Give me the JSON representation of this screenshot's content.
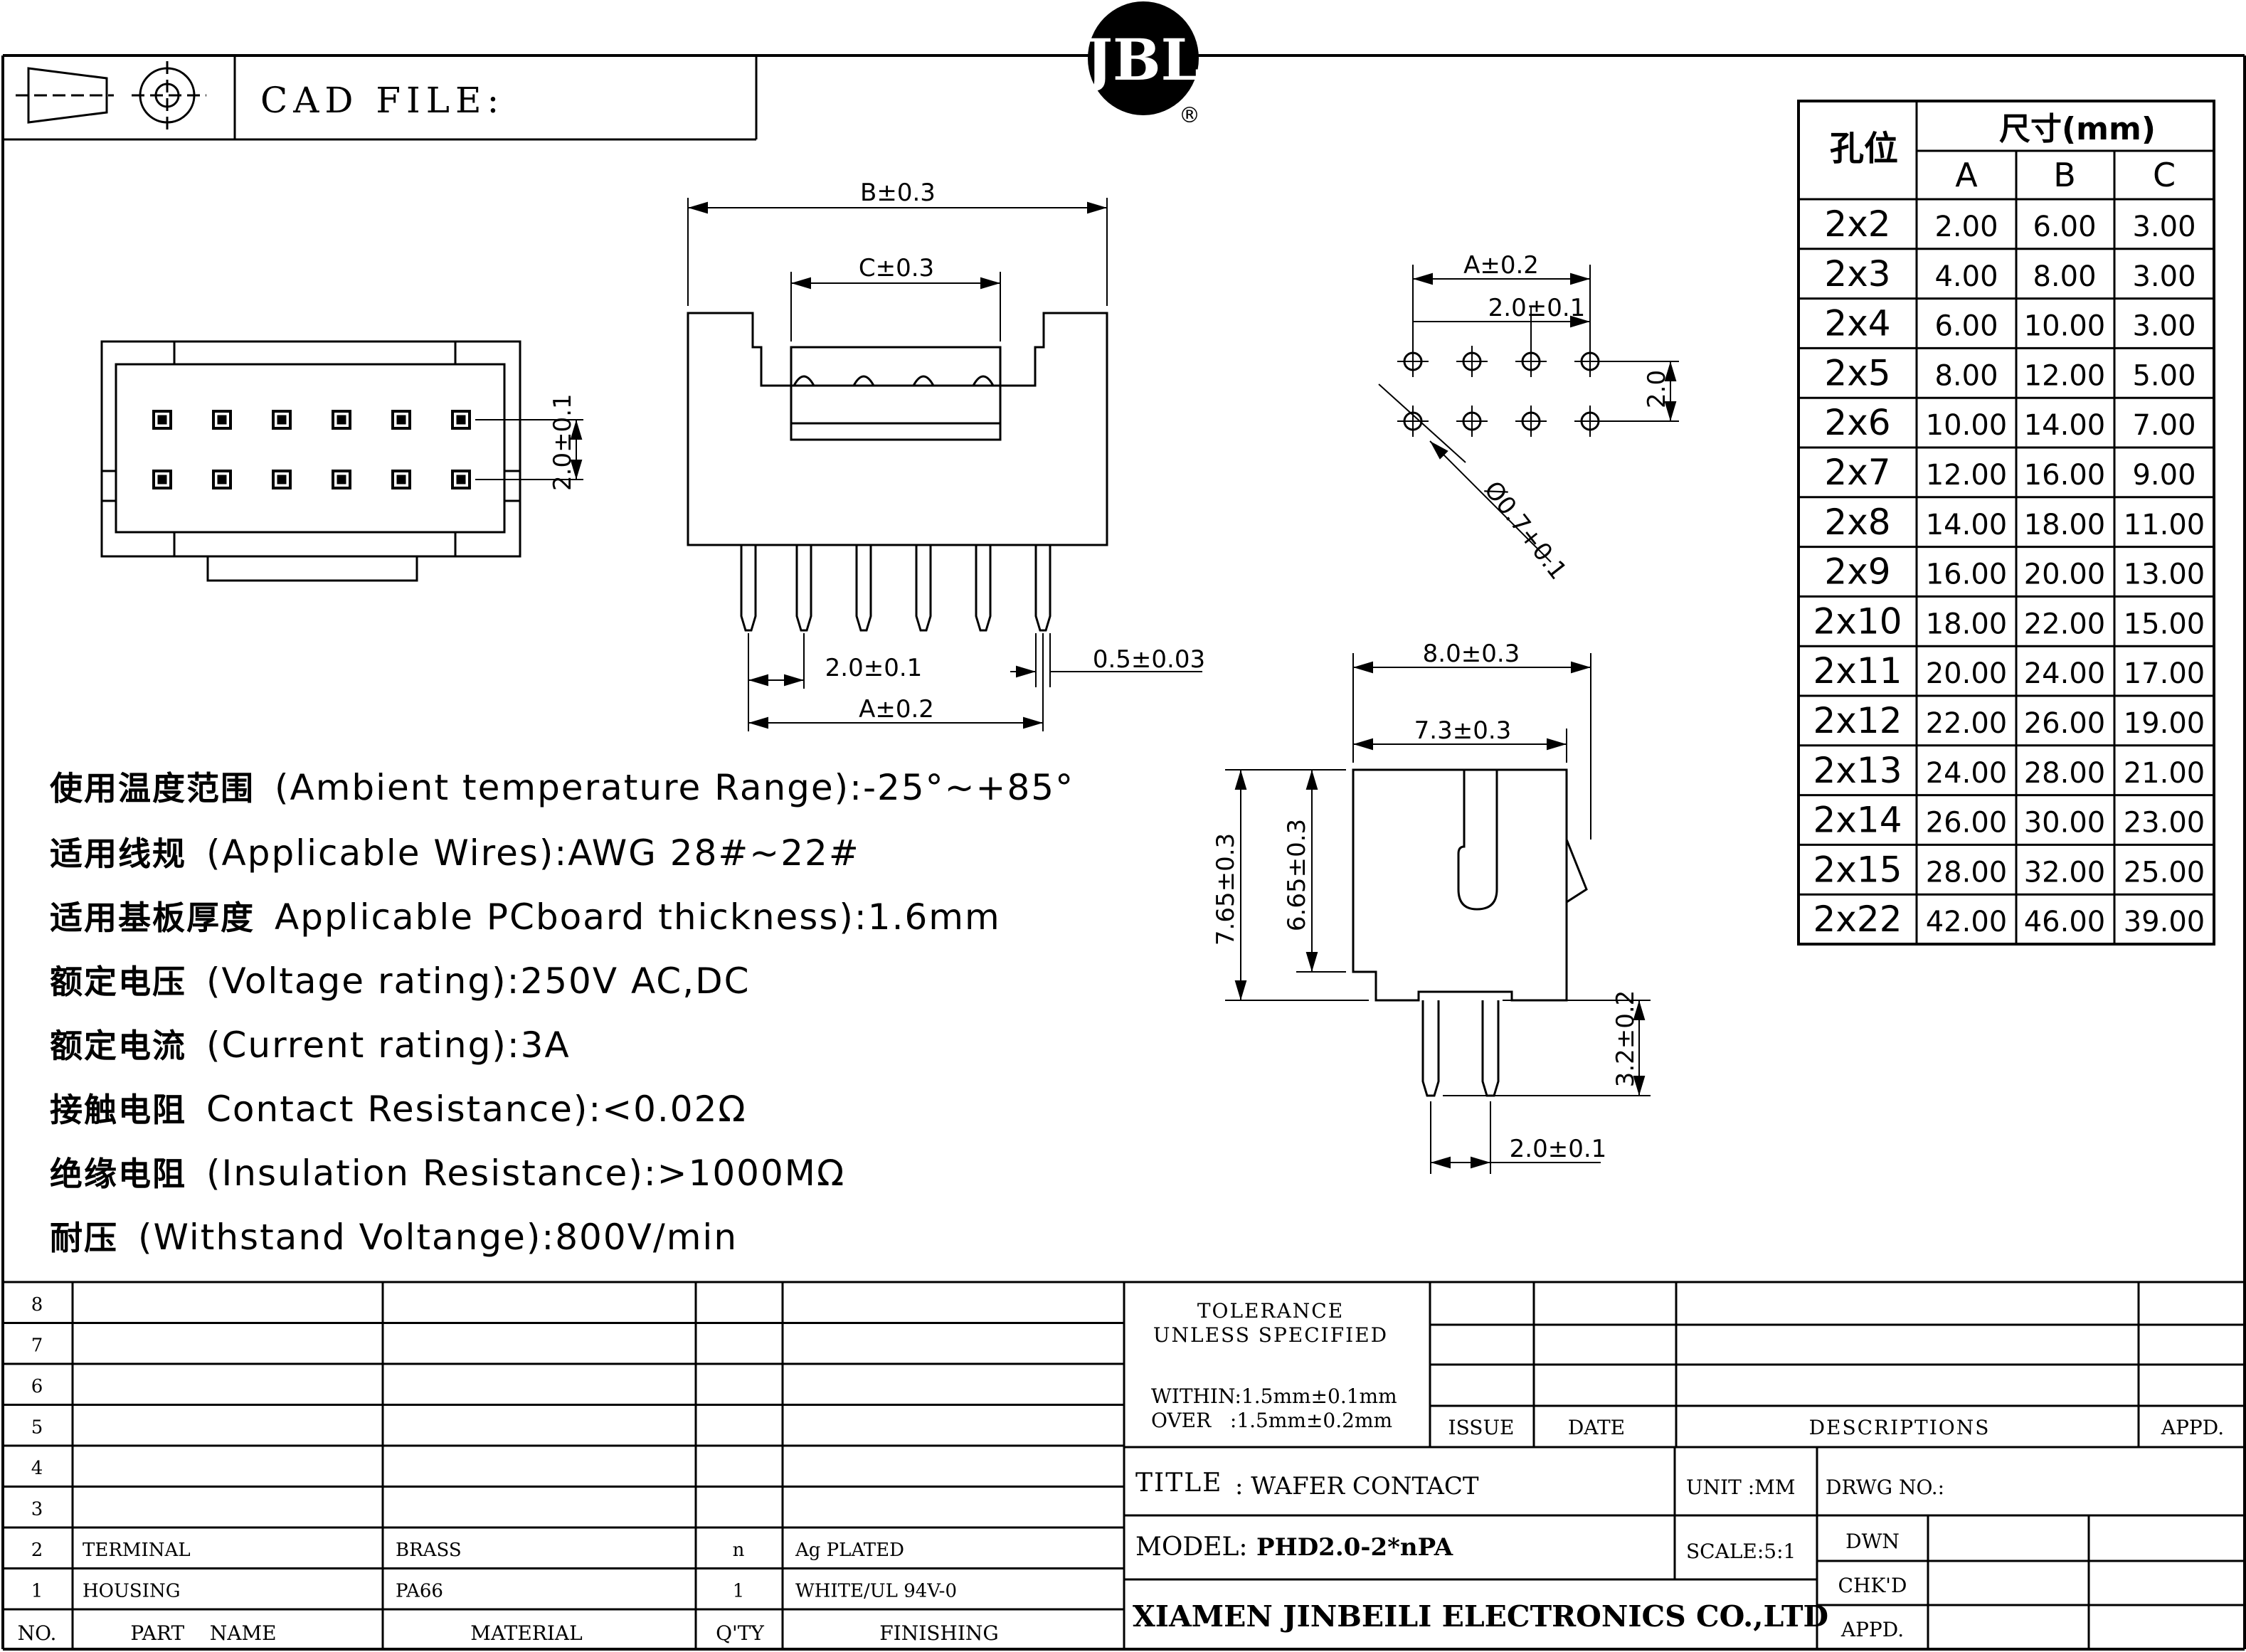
{
  "header": {
    "cad_file_label": "CAD FILE:",
    "logo_text": "JBL",
    "logo_reg": "®"
  },
  "dimensions": {
    "b": "B±0.3",
    "c": "C±0.3",
    "pitch_front": "2.0±0.1",
    "a_front": "A±0.2",
    "pin_width": "0.5±0.03",
    "top_pitch": "2.0±0.1",
    "a_pcb": "A±0.2",
    "pcb_pitch": "2.0±0.1",
    "pcb_row": "2.0",
    "hole_dia": "Ø0.7+0.1",
    "side_width": "8.0±0.3",
    "side_inner": "7.3±0.3",
    "side_height": "7.65±0.3",
    "side_inner_height": "6.65±0.3",
    "pin_length": "3.2±0.2",
    "side_pitch": "2.0±0.1"
  },
  "specs": [
    {
      "cn": "使用温度范围",
      "en": "(Ambient temperature Range):-25°~+85°"
    },
    {
      "cn": "适用线规",
      "en": "(Applicable Wires):AWG 28#~22#"
    },
    {
      "cn": "适用基板厚度",
      "en": "Applicable PCboard thickness):1.6mm"
    },
    {
      "cn": "额定电压",
      "en": "(Voltage rating):250V AC,DC"
    },
    {
      "cn": "额定电流",
      "en": "(Current rating):3A"
    },
    {
      "cn": "接触电阻",
      "en": "Contact Resistance):<0.02Ω"
    },
    {
      "cn": "绝缘电阻",
      "en": "(Insulation Resistance):>1000MΩ"
    },
    {
      "cn": "耐压",
      "en": "(Withstand Voltange):800V/min"
    }
  ],
  "dim_table": {
    "col_pos": "孔位",
    "col_size": "尺寸(mm)",
    "sub_headers": [
      "A",
      "B",
      "C"
    ],
    "rows": [
      [
        "2x2",
        "2.00",
        "6.00",
        "3.00"
      ],
      [
        "2x3",
        "4.00",
        "8.00",
        "3.00"
      ],
      [
        "2x4",
        "6.00",
        "10.00",
        "3.00"
      ],
      [
        "2x5",
        "8.00",
        "12.00",
        "5.00"
      ],
      [
        "2x6",
        "10.00",
        "14.00",
        "7.00"
      ],
      [
        "2x7",
        "12.00",
        "16.00",
        "9.00"
      ],
      [
        "2x8",
        "14.00",
        "18.00",
        "11.00"
      ],
      [
        "2x9",
        "16.00",
        "20.00",
        "13.00"
      ],
      [
        "2x10",
        "18.00",
        "22.00",
        "15.00"
      ],
      [
        "2x11",
        "20.00",
        "24.00",
        "17.00"
      ],
      [
        "2x12",
        "22.00",
        "26.00",
        "19.00"
      ],
      [
        "2x13",
        "24.00",
        "28.00",
        "21.00"
      ],
      [
        "2x14",
        "26.00",
        "30.00",
        "23.00"
      ],
      [
        "2x15",
        "28.00",
        "32.00",
        "25.00"
      ],
      [
        "2x22",
        "42.00",
        "46.00",
        "39.00"
      ]
    ]
  },
  "bom": {
    "row_numbers": [
      "8",
      "7",
      "6",
      "5",
      "4",
      "3",
      "2",
      "1"
    ],
    "rows": [
      {
        "no": "2",
        "part": "TERMINAL",
        "material": "BRASS",
        "qty": "n",
        "finish": "Ag PLATED"
      },
      {
        "no": "1",
        "part": "HOUSING",
        "material": "PA66",
        "qty": "1",
        "finish": "WHITE/UL 94V-0"
      }
    ],
    "headers": {
      "no": "NO.",
      "part": "PART    NAME",
      "material": "MATERIAL",
      "qty": "Q'TY",
      "finish": "FINISHING"
    }
  },
  "title_block": {
    "tolerance_1": "TOLERANCE",
    "tolerance_2": "UNLESS SPECIFIED",
    "within": "WITHIN:1.5mm±0.1mm",
    "over": "OVER   :1.5mm±0.2mm",
    "issue": "ISSUE",
    "date": "DATE",
    "descriptions": "DESCRIPTIONS",
    "appd": "APPD.",
    "title_label": "TITLE",
    "title_value": ": WAFER CONTACT",
    "unit": "UNIT :MM",
    "drwg_no": "DRWG  NO.:",
    "model_label": "MODEL:",
    "model_value": "PHD2.0-2*nPA",
    "scale": "SCALE:5:1",
    "dwn": "DWN",
    "chkd": "CHK'D",
    "appd2": "APPD.",
    "company": "XIAMEN JINBEILI ELECTRONICS CO.,LTD"
  }
}
